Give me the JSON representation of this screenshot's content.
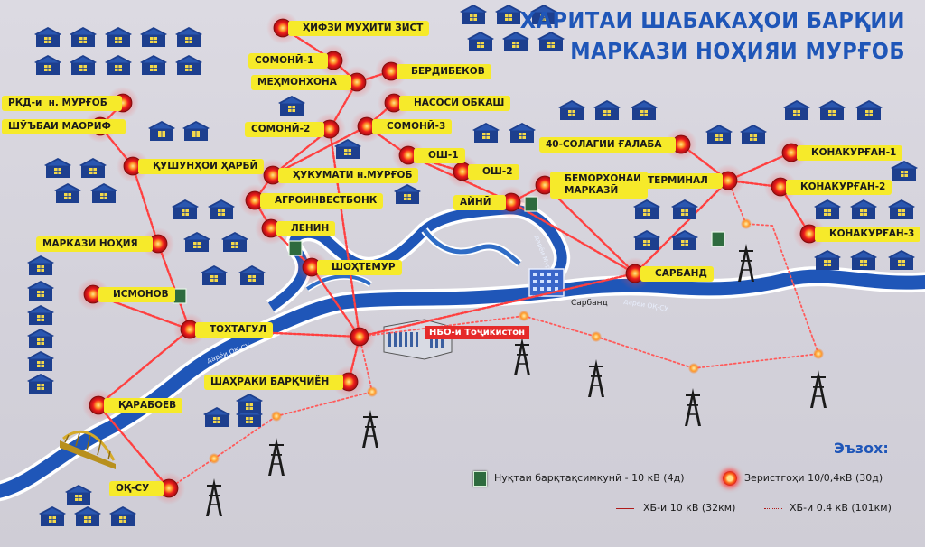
{
  "title": {
    "line1": "ХАРИТАИ ШАБАКАҲОИ БАРҚИИ",
    "line2": "МАРКАЗИ НОҲИЯИ МУРҒОБ"
  },
  "colors": {
    "label_bg": "#f6ea2a",
    "station": "#e8171d",
    "line": "#ff4040",
    "river": "#1f56b8",
    "house": "#1d3f8e",
    "switch_point": "#2e6b3e",
    "title": "#1f56b8"
  },
  "stations": [
    {
      "id": "hifzi",
      "label": "ҲИФЗИ МУҲИТИ ЗИСТ",
      "side": "right"
    },
    {
      "id": "somoni1",
      "label": "СОМОНӢ-1",
      "side": "left"
    },
    {
      "id": "berdibekov",
      "label": "БЕРДИБЕКОВ",
      "side": "right"
    },
    {
      "id": "mehmonkhona",
      "label": "МЕҲМОНХОНА",
      "side": "left"
    },
    {
      "id": "rkd",
      "label": "РКД-и  н. МУРҒОБ",
      "side": "left"
    },
    {
      "id": "nasosi",
      "label": "НАСОСИ ОБКАШ",
      "side": "right"
    },
    {
      "id": "shubai",
      "label": "ШӮЪБАИ МАОРИФ",
      "side": "left"
    },
    {
      "id": "somoni2",
      "label": "СОМОНӢ-2",
      "side": "left"
    },
    {
      "id": "somoni3",
      "label": "СОМОНӢ-3",
      "side": "right"
    },
    {
      "id": "qushun",
      "label": "ҚУШУНҲОИ ҲАРБӢ",
      "side": "right"
    },
    {
      "id": "osh1",
      "label": "ОШ-1",
      "side": "right"
    },
    {
      "id": "osh2",
      "label": "ОШ-2",
      "side": "right"
    },
    {
      "id": "hukumat",
      "label": "ҲУКУМАТИ н.МУРҒОБ",
      "side": "right"
    },
    {
      "id": "agro",
      "label": "АГРОИНВЕСТБОНК",
      "side": "right"
    },
    {
      "id": "aini",
      "label": "АЙНӢ",
      "side": "left"
    },
    {
      "id": "bemor",
      "label": "БЕМОРХОНАИ\nМАРКАЗӢ",
      "side": "right"
    },
    {
      "id": "lenin",
      "label": "ЛЕНИН",
      "side": "right"
    },
    {
      "id": "markazi",
      "label": "МАРКАЗИ НОҲИЯ",
      "side": "left"
    },
    {
      "id": "shoh",
      "label": "ШОҲТЕМУР",
      "side": "right"
    },
    {
      "id": "ismonov",
      "label": "ИСМОНОВ",
      "side": "right"
    },
    {
      "id": "tokhtagul",
      "label": "ТОХТАГУЛ",
      "side": "right"
    },
    {
      "id": "hbo",
      "label": "",
      "side": "right"
    },
    {
      "id": "shahraki",
      "label": "ШАҲРАКИ БАРҚЧИЁН",
      "side": "left"
    },
    {
      "id": "qaraboev",
      "label": "ҚАРАБОЕВ",
      "side": "right"
    },
    {
      "id": "oqsu",
      "label": "ОҚ-СУ",
      "side": "left"
    },
    {
      "id": "solagi",
      "label": "40-СОЛАГИИ ҒАЛАБА",
      "side": "left"
    },
    {
      "id": "terminal",
      "label": "ТЕРМИНАЛ",
      "side": "left"
    },
    {
      "id": "sarband",
      "label": "САРБАНД",
      "side": "right"
    },
    {
      "id": "kona1",
      "label": "КОНАКУРҒАН-1",
      "side": "right"
    },
    {
      "id": "kona2",
      "label": "КОНАКУРҒАН-2",
      "side": "right"
    },
    {
      "id": "kona3",
      "label": "КОНАКУРҒАН-3",
      "side": "right"
    }
  ],
  "hbo_label": "НБО-и Тоҷикистон",
  "place_labels": {
    "sarband_town": "Сарбанд"
  },
  "river_labels": {
    "oqsu1": "дарёи ОҚ-СУ",
    "oqsu2": "дарёи ОҚ-СУ",
    "murghob": "дарёи Мурғоб"
  },
  "legend": {
    "title": "Эъзох:",
    "switch_point": "Нуқтаи барқтақсимкунӣ - 10 кВ (4д)",
    "substation": "Зеристгоҳи 10/0,4кВ (30д)",
    "line10": "ХБ-и 10 кВ (32км)",
    "line04": "ХБ-и 0.4 кВ (101км)"
  },
  "icons": [
    "house-icon",
    "power-tower-icon",
    "dam-icon",
    "bridge-icon",
    "substation-icon",
    "switch-point-icon"
  ]
}
